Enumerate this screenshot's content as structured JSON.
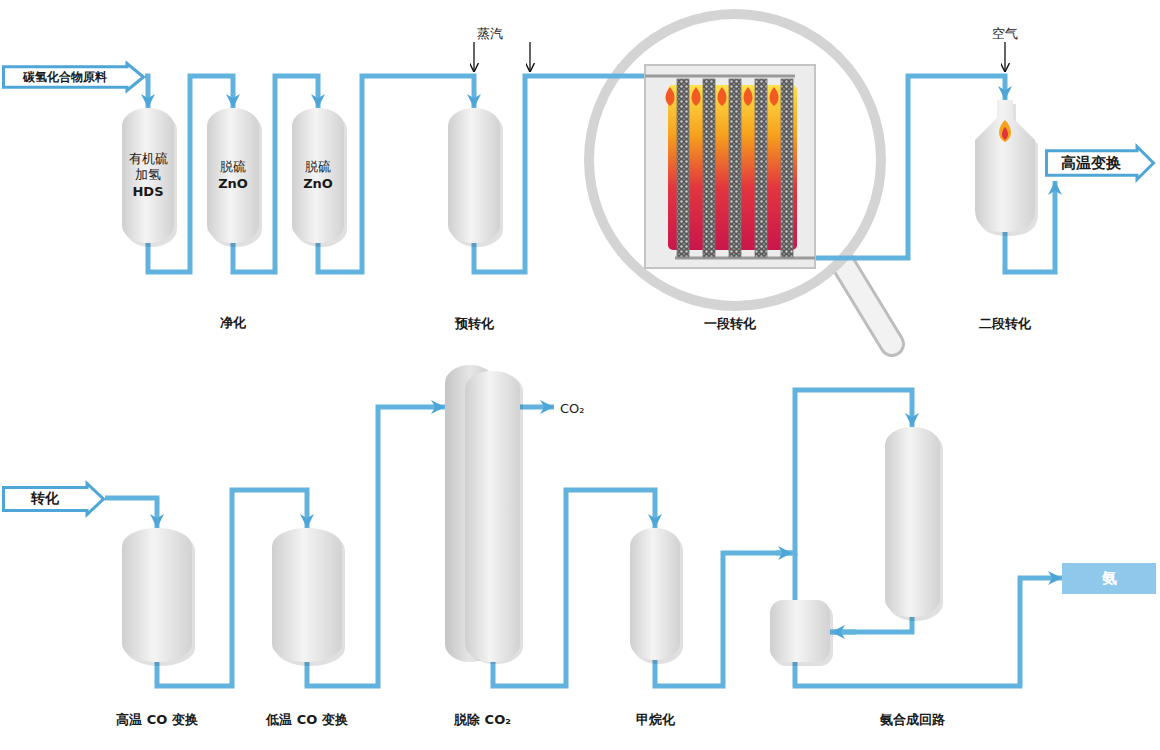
{
  "diagram": {
    "nodes": [
      {
        "text": [
          "碳氢化合物原料"
        ]
      },
      {
        "text": [
          "有机硫 加氢",
          "HDS"
        ]
      },
      {
        "text": [
          "脱硫",
          "ZnO"
        ]
      },
      {
        "text": [
          "脱硫",
          "ZnO"
        ]
      },
      {
        "text": [
          "预转化"
        ]
      },
      {
        "text": [
          "一段转化"
        ]
      },
      {
        "text": [
          "二段转化"
        ]
      },
      {
        "text": [
          "高温变换"
        ]
      },
      {
        "text": [
          "转化"
        ]
      },
      {
        "text": [
          "高温 CO 变换"
        ]
      },
      {
        "text": [
          "低温 CO 变换"
        ]
      },
      {
        "text": [
          "脱除 CO₂"
        ]
      },
      {
        "text": [
          "甲烷化"
        ]
      },
      {
        "text": [
          "氨合成回路"
        ]
      },
      {
        "text": [
          "氨"
        ]
      }
    ],
    "edges": [
      {
        "from": 0,
        "to": 1,
        "arrow": "to"
      },
      {
        "from": 1,
        "to": 2,
        "arrow": "to"
      },
      {
        "from": 2,
        "to": 3,
        "arrow": "to"
      },
      {
        "from": 3,
        "to": 4,
        "arrow": "to"
      },
      {
        "from": 4,
        "to": 5,
        "arrow": "none"
      },
      {
        "from": 5,
        "to": 6,
        "arrow": "to"
      },
      {
        "from": 6,
        "to": 7,
        "arrow": "to"
      },
      {
        "from": 8,
        "to": 9,
        "arrow": "to"
      },
      {
        "from": 9,
        "to": 10,
        "arrow": "to"
      },
      {
        "from": 10,
        "to": 11,
        "arrow": "to"
      },
      {
        "from": 11,
        "to": 12,
        "arrow": "to"
      },
      {
        "from": 12,
        "to": 13,
        "arrow": "to"
      },
      {
        "from": 13,
        "to": 14,
        "arrow": "to"
      }
    ],
    "labels": [
      "净化",
      "蒸汽",
      "空气",
      "CO₂"
    ]
  }
}
